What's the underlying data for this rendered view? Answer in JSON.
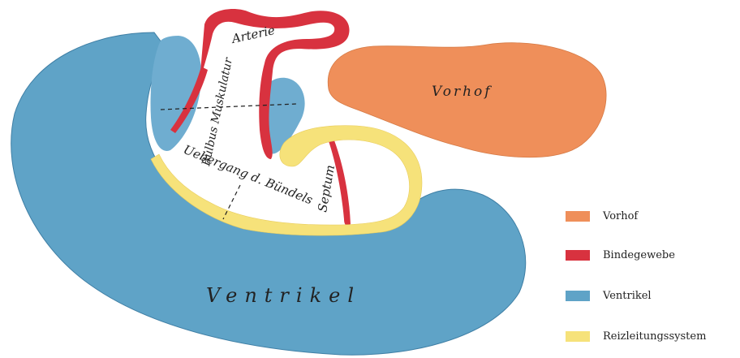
{
  "labels": {
    "arterie": "Arterie",
    "bulbus": "Bulbus Muskulatur",
    "vorhof": "Vorhof",
    "uebergang": "Uebergang d. Bündels",
    "septum": "Septum",
    "ventrikel": "Ventrikel"
  },
  "legend": {
    "items": [
      {
        "label": "Vorhof",
        "color": "#ef8f5a"
      },
      {
        "label": "Bindegewebe",
        "color": "#d8323f"
      },
      {
        "label": "Ventrikel",
        "color": "#5fa3c7"
      },
      {
        "label": "Reizleitungssystem",
        "color": "#f6e27a"
      }
    ]
  }
}
